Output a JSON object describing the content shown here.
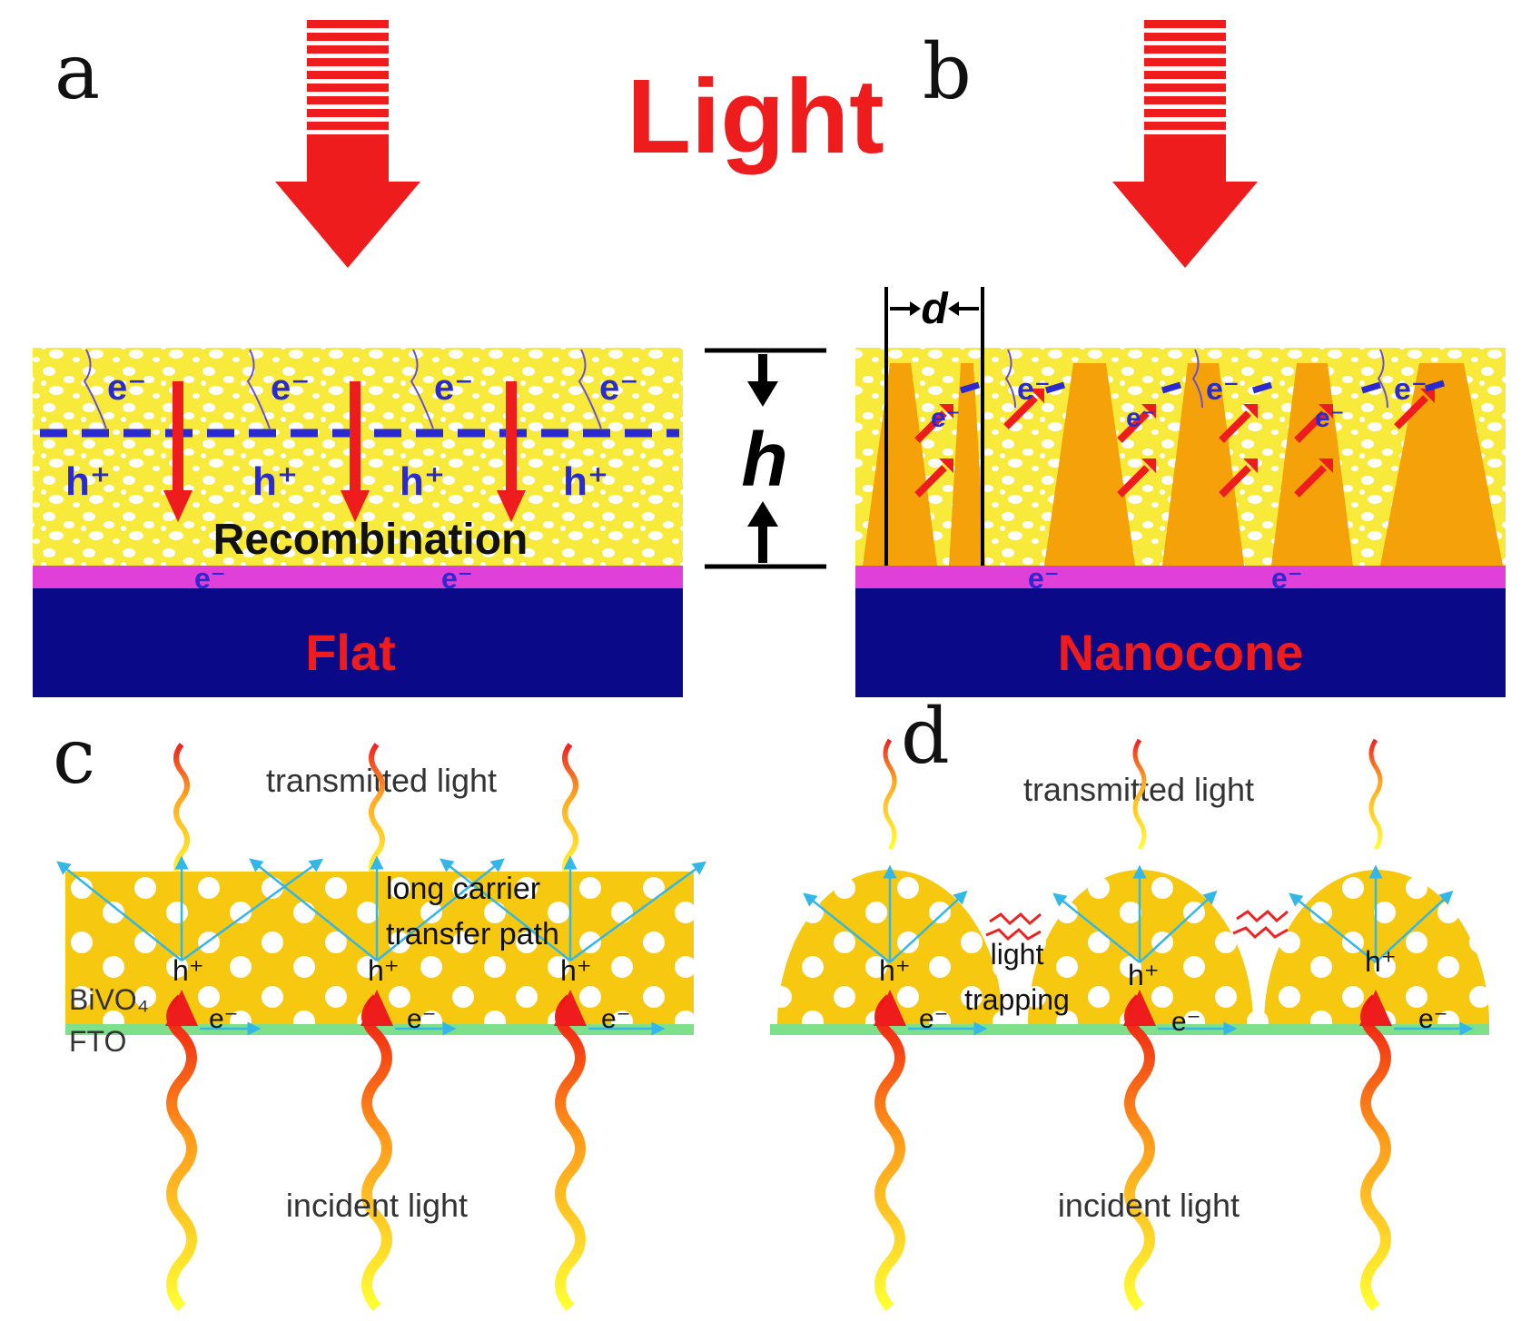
{
  "panels": {
    "a": {
      "letter": "a",
      "recombination": "Recombination",
      "substrate": "Flat",
      "electron": "e⁻",
      "hole": "h⁺"
    },
    "b": {
      "letter": "b",
      "substrate": "Nanocone",
      "electron": "e⁻",
      "spacing": "d",
      "height": "h"
    },
    "c": {
      "letter": "c",
      "transmitted": "transmitted light",
      "incident": "incident light",
      "path_line1": "long carrier",
      "path_line2": "transfer path",
      "layer1": "BiVO₄",
      "layer2": "FTO",
      "hole": "h⁺",
      "electron": "e⁻"
    },
    "d": {
      "letter": "d",
      "transmitted": "transmitted light",
      "incident": "incident light",
      "trap_line1": "light",
      "trap_line2": "trapping",
      "hole": "h⁺",
      "electron": "e⁻"
    }
  },
  "light_label": "Light",
  "colors": {
    "film": "#f7ea3a",
    "cone": "#f5a10a",
    "fto_ab": "#e040d8",
    "substrate": "#0a0a88",
    "bivo4": "#f6c80f",
    "fto_cd": "#7ee08a",
    "arrow_red": "#ee1c1c",
    "carrier_blue": "#2a2ad0",
    "ray": "#33b6e8"
  }
}
